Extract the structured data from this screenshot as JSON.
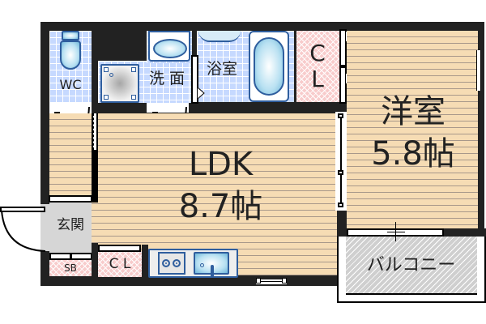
{
  "floorplan": {
    "rooms": {
      "wc": {
        "label": "WC"
      },
      "washroom": {
        "label": "洗 面"
      },
      "bathroom": {
        "label": "浴室"
      },
      "closet_top": {
        "label_line1": "C",
        "label_line2": "L"
      },
      "western_room": {
        "label": "洋室",
        "size": "5.8帖"
      },
      "ldk": {
        "label": "LDK",
        "size": "8.7帖"
      },
      "entrance": {
        "label": "玄関"
      },
      "shoe_box": {
        "label": "SB"
      },
      "closet_bottom": {
        "label": "C L"
      },
      "balcony": {
        "label": "バルコニー"
      }
    },
    "fixtures": [
      "toilet",
      "washbasin",
      "washing-machine-pan",
      "bathtub",
      "stove",
      "kitchen-sink"
    ],
    "colors": {
      "wall": "#222222",
      "floor_wood": "#f6dcb4",
      "tile": "#c6d9ff",
      "closet": "#f8cccc",
      "entrance": "#d6d6d6",
      "balcony": "#cfcfcf",
      "fixture_stroke": "#2f5e9e"
    }
  }
}
